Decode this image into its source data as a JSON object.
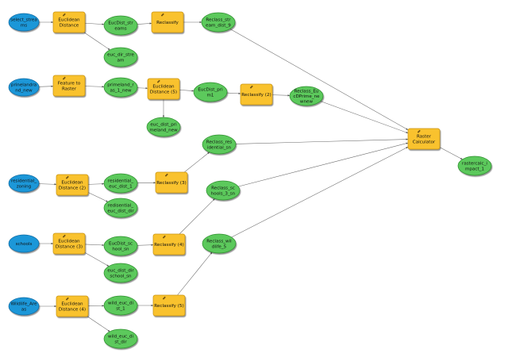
{
  "colors": {
    "input": "#1f97d8",
    "input_stroke": "#0c6aa3",
    "tool": "#f9c22e",
    "tool_stroke": "#c79210",
    "output": "#5cc95c",
    "output_stroke": "#2e8f2e",
    "edge": "#6b6b6b"
  },
  "nodes": [
    {
      "id": "select_stream",
      "kind": "input",
      "lines": [
        "select_strea",
        "ms"
      ]
    },
    {
      "id": "euc_dist_1",
      "kind": "tool",
      "lines": [
        "Euclidean",
        "Distance"
      ]
    },
    {
      "id": "eucdist_stream",
      "kind": "output",
      "lines": [
        "EucDist_str",
        "eams"
      ]
    },
    {
      "id": "reclassify_1",
      "kind": "tool",
      "lines": [
        "Reclassify"
      ]
    },
    {
      "id": "reclass_stream",
      "kind": "output",
      "lines": [
        "Reclass_str",
        "eam_dist_9"
      ]
    },
    {
      "id": "euc_dir_stream",
      "kind": "output",
      "lines": [
        "euc_dir_stre",
        "am"
      ]
    },
    {
      "id": "prineland",
      "kind": "input",
      "lines": [
        "prinelandra",
        "nd_new"
      ]
    },
    {
      "id": "feature_to_raster",
      "kind": "tool",
      "lines": [
        "Feature to",
        "Raster"
      ]
    },
    {
      "id": "primeland_new",
      "kind": "output",
      "lines": [
        "primeland_r",
        "as_1_new"
      ]
    },
    {
      "id": "euc_dist_5",
      "kind": "tool",
      "lines": [
        "Euclidean",
        "Distance (5)"
      ]
    },
    {
      "id": "eucdist_prim",
      "kind": "output",
      "lines": [
        "EucDist_pri",
        "m1"
      ]
    },
    {
      "id": "reclassify_2",
      "kind": "tool",
      "lines": [
        "Reclassify (2)"
      ]
    },
    {
      "id": "reclass_euc",
      "kind": "output",
      "lines": [
        "Reclass_Eu",
        "cDPrime_ne",
        "wnew"
      ]
    },
    {
      "id": "euc_dist_prime",
      "kind": "output",
      "lines": [
        "euc_dist_pri",
        "meland_new"
      ]
    },
    {
      "id": "residential",
      "kind": "input",
      "lines": [
        "residential_",
        "zoning"
      ]
    },
    {
      "id": "euc_dist_2",
      "kind": "tool",
      "lines": [
        "Euclidean",
        "Distance (2)"
      ]
    },
    {
      "id": "residential_euc",
      "kind": "output",
      "lines": [
        "residential_",
        "euc_dist_1"
      ]
    },
    {
      "id": "reclassify_3",
      "kind": "tool",
      "lines": [
        "Reclassify (3)"
      ]
    },
    {
      "id": "reclass_res",
      "kind": "output",
      "lines": [
        "Reclass_res",
        "idential_sn"
      ]
    },
    {
      "id": "residential_dir",
      "kind": "output",
      "lines": [
        "redisential_",
        "euc_dist_dir"
      ]
    },
    {
      "id": "schools",
      "kind": "input",
      "lines": [
        "schools"
      ]
    },
    {
      "id": "euc_dist_3",
      "kind": "tool",
      "lines": [
        "Euclidean",
        "Distance (3)"
      ]
    },
    {
      "id": "eucdist_school",
      "kind": "output",
      "lines": [
        "EucDist_sc",
        "hool_sn"
      ]
    },
    {
      "id": "reclassify_4",
      "kind": "tool",
      "lines": [
        "Reclassify (4)"
      ]
    },
    {
      "id": "reclass_schools",
      "kind": "output",
      "lines": [
        "Reclass_sc",
        "hools_3_sn"
      ]
    },
    {
      "id": "euc_dist_school",
      "kind": "output",
      "lines": [
        "euc_dist_dir",
        "school_sn"
      ]
    },
    {
      "id": "wildlife",
      "kind": "input",
      "lines": [
        "Wildlife_Are",
        "as"
      ]
    },
    {
      "id": "euc_dist_4",
      "kind": "tool",
      "lines": [
        "Euclidean",
        "Distance (4)"
      ]
    },
    {
      "id": "wild_euc",
      "kind": "output",
      "lines": [
        "wild_euc_di",
        "st_1"
      ]
    },
    {
      "id": "reclassify_5",
      "kind": "tool",
      "lines": [
        "Reclassify (5)"
      ]
    },
    {
      "id": "reclass_wild",
      "kind": "output",
      "lines": [
        "Reclass_wil",
        "dlife_5"
      ]
    },
    {
      "id": "wild_euc_dir",
      "kind": "output",
      "lines": [
        "wild_euc_di",
        "st_dir"
      ]
    },
    {
      "id": "raster_calculator",
      "kind": "tool",
      "lines": [
        "Raster",
        "Calculator"
      ]
    },
    {
      "id": "rastercalc",
      "kind": "output",
      "lines": [
        "rastercalc_i",
        "mpact_1"
      ]
    }
  ],
  "edges": [
    [
      "select_stream",
      "euc_dist_1"
    ],
    [
      "euc_dist_1",
      "eucdist_stream"
    ],
    [
      "euc_dist_1",
      "euc_dir_stream"
    ],
    [
      "eucdist_stream",
      "reclassify_1"
    ],
    [
      "reclassify_1",
      "reclass_stream"
    ],
    [
      "reclass_stream",
      "raster_calculator"
    ],
    [
      "prineland",
      "feature_to_raster"
    ],
    [
      "feature_to_raster",
      "primeland_new"
    ],
    [
      "primeland_new",
      "euc_dist_5"
    ],
    [
      "euc_dist_5",
      "eucdist_prim"
    ],
    [
      "euc_dist_5",
      "euc_dist_prime"
    ],
    [
      "eucdist_prim",
      "reclassify_2"
    ],
    [
      "reclassify_2",
      "reclass_euc"
    ],
    [
      "reclass_euc",
      "raster_calculator"
    ],
    [
      "residential",
      "euc_dist_2"
    ],
    [
      "euc_dist_2",
      "residential_euc"
    ],
    [
      "euc_dist_2",
      "residential_dir"
    ],
    [
      "residential_euc",
      "reclassify_3"
    ],
    [
      "reclassify_3",
      "reclass_res"
    ],
    [
      "reclass_res",
      "raster_calculator"
    ],
    [
      "schools",
      "euc_dist_3"
    ],
    [
      "euc_dist_3",
      "eucdist_school"
    ],
    [
      "euc_dist_3",
      "euc_dist_school"
    ],
    [
      "eucdist_school",
      "reclassify_4"
    ],
    [
      "reclassify_4",
      "reclass_schools"
    ],
    [
      "reclass_schools",
      "raster_calculator"
    ],
    [
      "wildlife",
      "euc_dist_4"
    ],
    [
      "euc_dist_4",
      "wild_euc"
    ],
    [
      "euc_dist_4",
      "wild_euc_dir"
    ],
    [
      "wild_euc",
      "reclassify_5"
    ],
    [
      "reclassify_5",
      "reclass_wild"
    ],
    [
      "reclass_wild",
      "raster_calculator"
    ],
    [
      "raster_calculator",
      "rastercalc"
    ]
  ]
}
